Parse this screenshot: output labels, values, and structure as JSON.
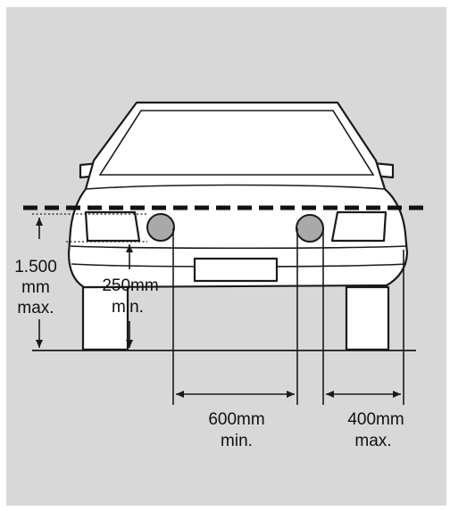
{
  "labels": {
    "max_height_line1": "1.500",
    "max_height_line2": "mm",
    "max_height_line3": "max.",
    "min_height_line1": "250mm",
    "min_height_line2": "min.",
    "min_spacing_line1": "600mm",
    "min_spacing_line2": "min.",
    "max_edge_line1": "400mm",
    "max_edge_line2": "max."
  },
  "colors": {
    "panel": "#d8d8d8",
    "car_body": "#ffffff",
    "outline": "#1a1a1a",
    "fog_lamp": "#a9a9a9"
  }
}
